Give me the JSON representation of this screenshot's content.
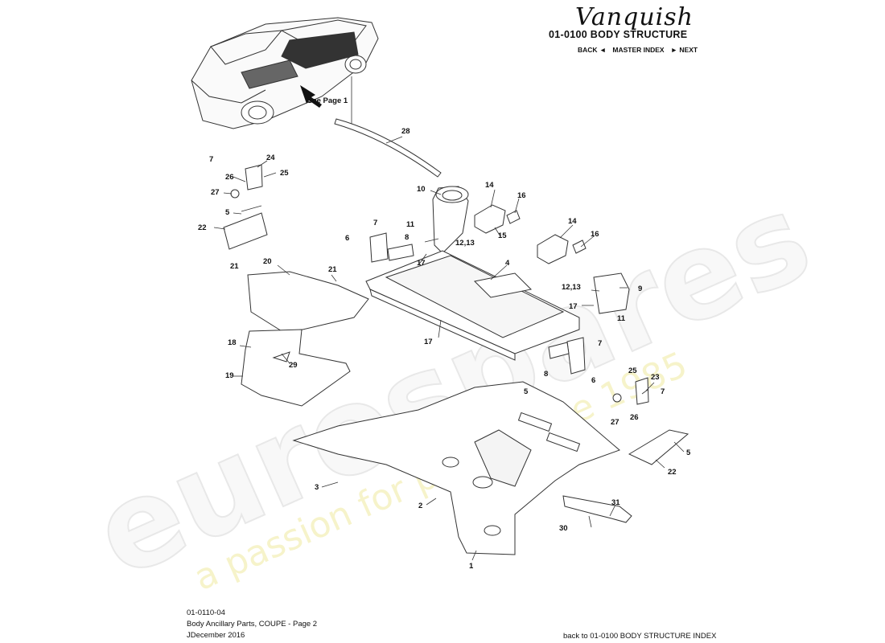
{
  "header": {
    "brand": "Vanquish",
    "section_title": "01-0100 BODY STRUCTURE",
    "nav": {
      "back": "BACK",
      "back_icon": "◄",
      "master_index": "MASTER INDEX",
      "next_icon": "►",
      "next": "NEXT"
    }
  },
  "callout": {
    "see_page": "See Page 1"
  },
  "watermark": {
    "brand": "eurospares",
    "slogan": "a passion for parts since 1985"
  },
  "parts": {
    "p1": "1",
    "p2": "2",
    "p3": "3",
    "p4": "4",
    "p5": "5",
    "p6": "6",
    "p7": "7",
    "p8": "8",
    "p9": "9",
    "p10": "10",
    "p11": "11",
    "p12_13": "12,13",
    "p14": "14",
    "p15": "15",
    "p16": "16",
    "p17": "17",
    "p18": "18",
    "p19": "19",
    "p20": "20",
    "p21": "21",
    "p22": "22",
    "p23": "23",
    "p24": "24",
    "p25": "25",
    "p26": "26",
    "p27": "27",
    "p28": "28",
    "p29": "29",
    "p30": "30",
    "p31": "31"
  },
  "footer": {
    "code": "01-0110-04",
    "title": "Body Ancillary Parts, COUPE - Page 2",
    "date": "JDecember 2016",
    "back_link": "back to 01-0100 BODY STRUCTURE INDEX"
  }
}
